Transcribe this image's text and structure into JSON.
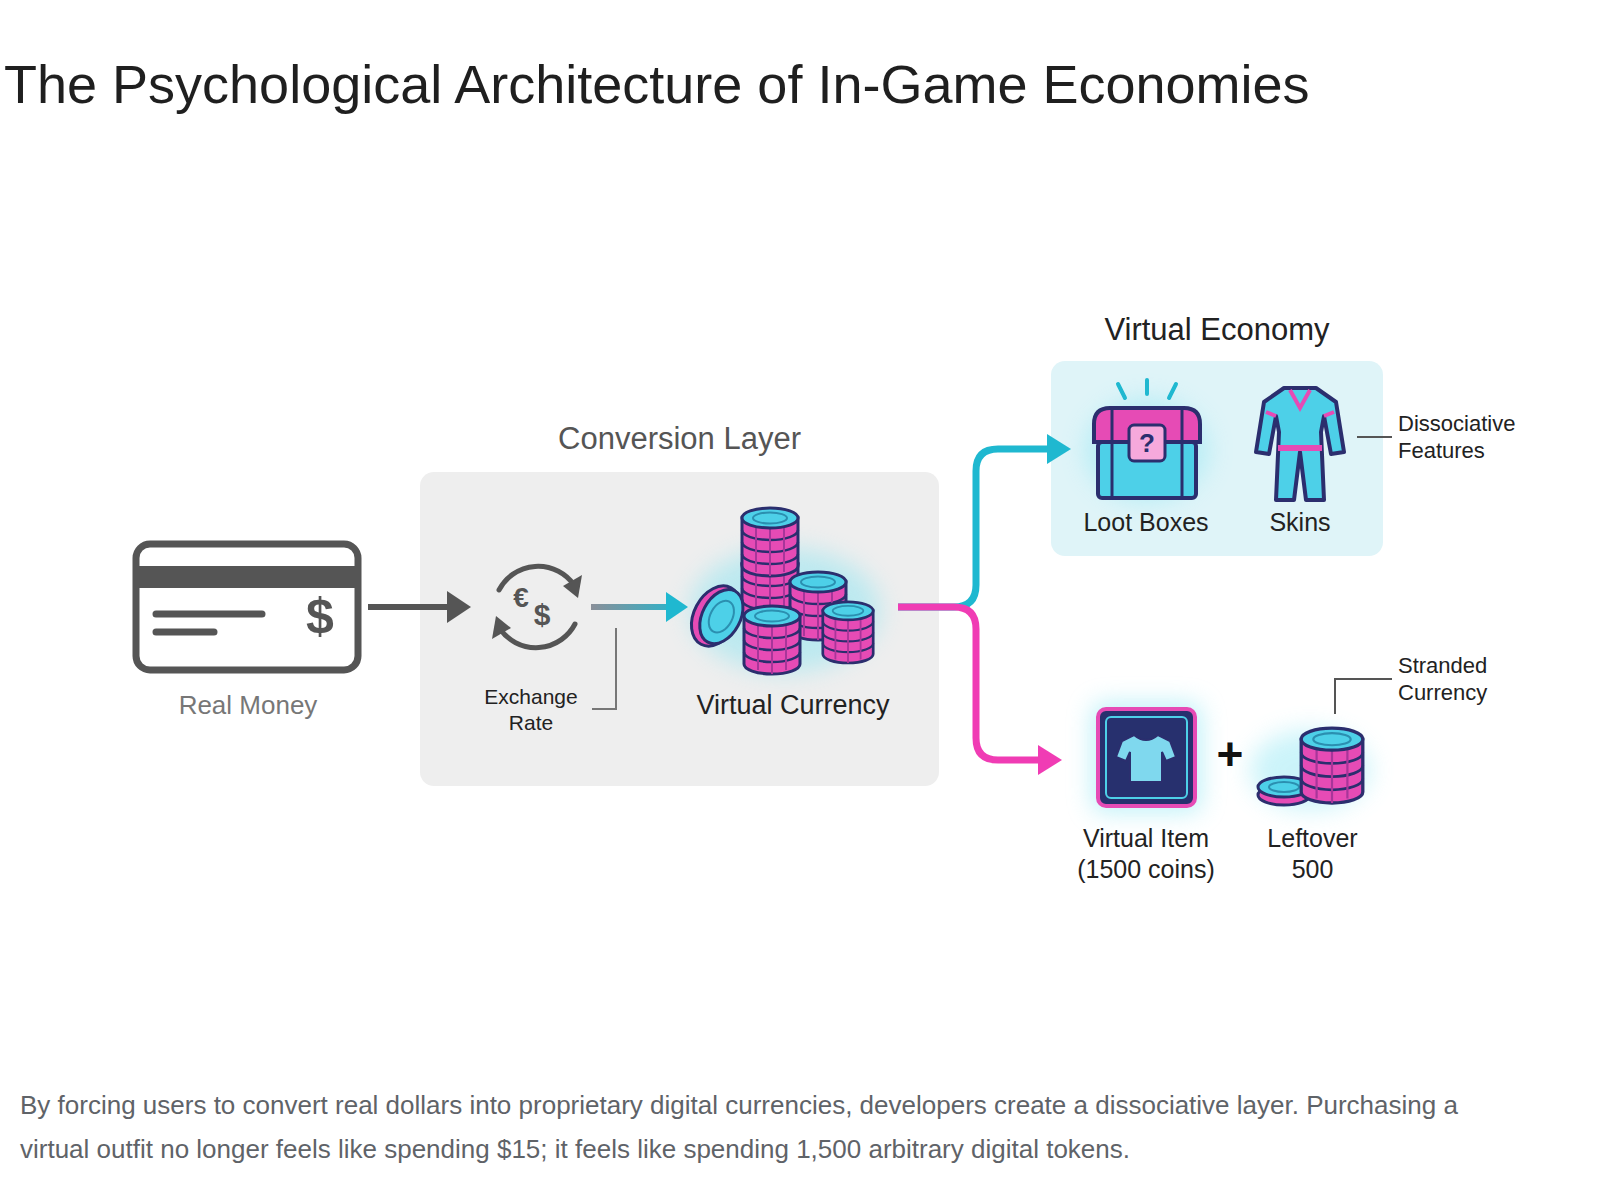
{
  "diagram": {
    "title": "The Psychological Architecture of In-Game Economies",
    "caption": "By forcing users to convert real dollars into proprietary digital currencies, developers create a dissociative layer. Purchasing a virtual outfit no longer feels like spending $15; it feels like spending 1,500 arbitrary digital tokens.",
    "nodes": [
      {
        "text": [
          "Real Money"
        ]
      },
      {
        "text": [
          "Conversion Layer"
        ]
      },
      {
        "text": [
          "Exchange Rate"
        ],
        "in": 1
      },
      {
        "text": [
          "Virtual Currency"
        ],
        "in": 1
      },
      {
        "text": [
          "Virtual Economy"
        ]
      },
      {
        "text": [
          "Loot Boxes"
        ],
        "in": 4
      },
      {
        "text": [
          "Skins"
        ],
        "in": 4
      },
      {
        "text": [
          "Virtual Item (1500 coins)"
        ]
      },
      {
        "text": [
          "Leftover 500"
        ]
      }
    ],
    "edges": [
      {
        "from": 0,
        "to": 2,
        "arrow": "to"
      },
      {
        "from": 2,
        "to": 3,
        "arrow": "to"
      },
      {
        "from": 3,
        "to": 5,
        "arrow": "to"
      },
      {
        "from": 3,
        "to": 7,
        "arrow": "to"
      }
    ],
    "labels": [
      "$",
      "€",
      "$",
      "?",
      "+",
      "Dissociative Features",
      "Stranded Currency"
    ]
  }
}
